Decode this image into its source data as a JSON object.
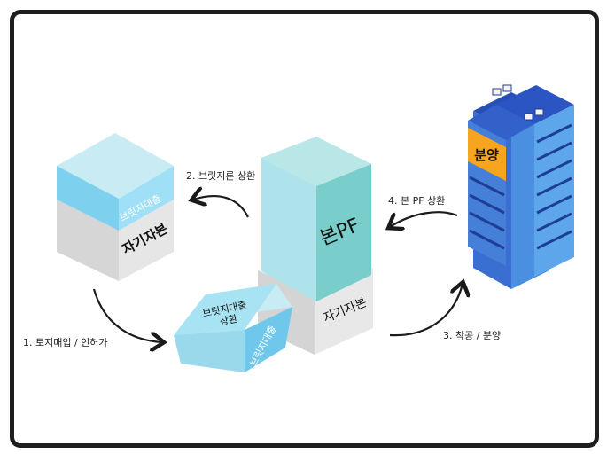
{
  "labels": {
    "step1": "1. 토지매입 / 인허가",
    "step2": "2. 브릿지론 상환",
    "step3": "3. 착공 / 분양",
    "step4": "4. 본 PF 상환"
  },
  "blocks": {
    "left_top": "브릿지대출",
    "left_bottom": "자기자본",
    "middle_main": "본PF",
    "middle_bottom": "자기자본",
    "tilted_front": "브릿지대출\n상환",
    "tilted_side": "브릿지대출",
    "building_sign": "분양"
  },
  "colors": {
    "light_blue": "#83cbe9",
    "pale_blue": "#c8e8f4",
    "teal": "#8cd3d3",
    "gray": "#dcdcdc",
    "building": "#2a55c2",
    "sign": "#f7a41e"
  }
}
